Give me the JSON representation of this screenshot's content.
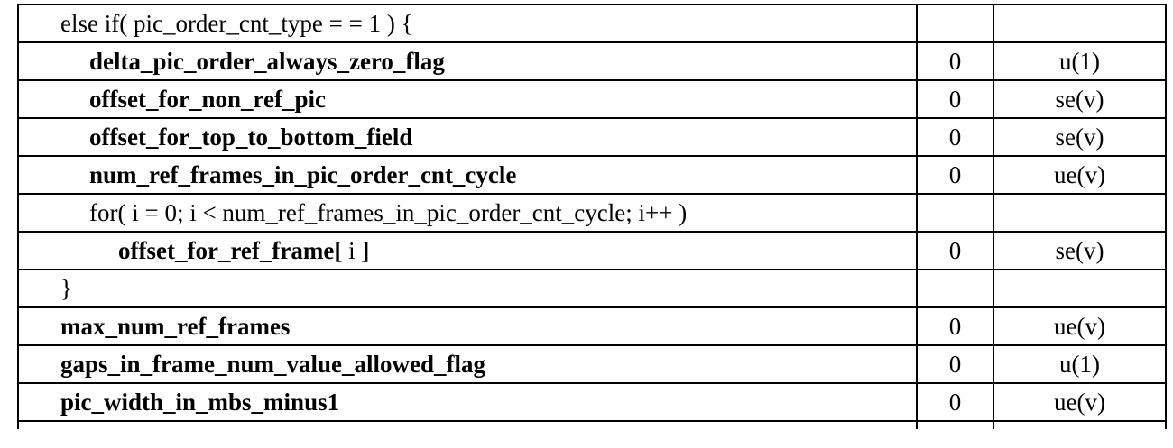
{
  "rows": [
    {
      "syntax": "else if( pic_order_cnt_type  = =  1 ) {",
      "bold": false,
      "indent": 0,
      "c": "",
      "descriptor": ""
    },
    {
      "syntax": "delta_pic_order_always_zero_flag",
      "bold": true,
      "indent": 1,
      "c": "0",
      "descriptor": "u(1)"
    },
    {
      "syntax": "offset_for_non_ref_pic",
      "bold": true,
      "indent": 1,
      "c": "0",
      "descriptor": "se(v)"
    },
    {
      "syntax": "offset_for_top_to_bottom_field",
      "bold": true,
      "indent": 1,
      "c": "0",
      "descriptor": "se(v)"
    },
    {
      "syntax": "num_ref_frames_in_pic_order_cnt_cycle",
      "bold": true,
      "indent": 1,
      "c": "0",
      "descriptor": "ue(v)"
    },
    {
      "syntax": "for( i = 0; i < num_ref_frames_in_pic_order_cnt_cycle; i++ )",
      "bold": false,
      "indent": 1,
      "c": "",
      "descriptor": ""
    },
    {
      "syntax": "offset_for_ref_frame[",
      "syntax_index": " i ",
      "syntax_end": "]",
      "bold": true,
      "indent": 2,
      "c": "0",
      "descriptor": "se(v)"
    },
    {
      "syntax": "}",
      "bold": false,
      "indent": 0,
      "c": "",
      "descriptor": ""
    },
    {
      "syntax": "max_num_ref_frames",
      "bold": true,
      "indent": -1,
      "c": "0",
      "descriptor": "ue(v)"
    },
    {
      "syntax": "gaps_in_frame_num_value_allowed_flag",
      "bold": true,
      "indent": -1,
      "c": "0",
      "descriptor": "u(1)"
    },
    {
      "syntax": "pic_width_in_mbs_minus1",
      "bold": true,
      "indent": -1,
      "c": "0",
      "descriptor": "ue(v)"
    }
  ]
}
